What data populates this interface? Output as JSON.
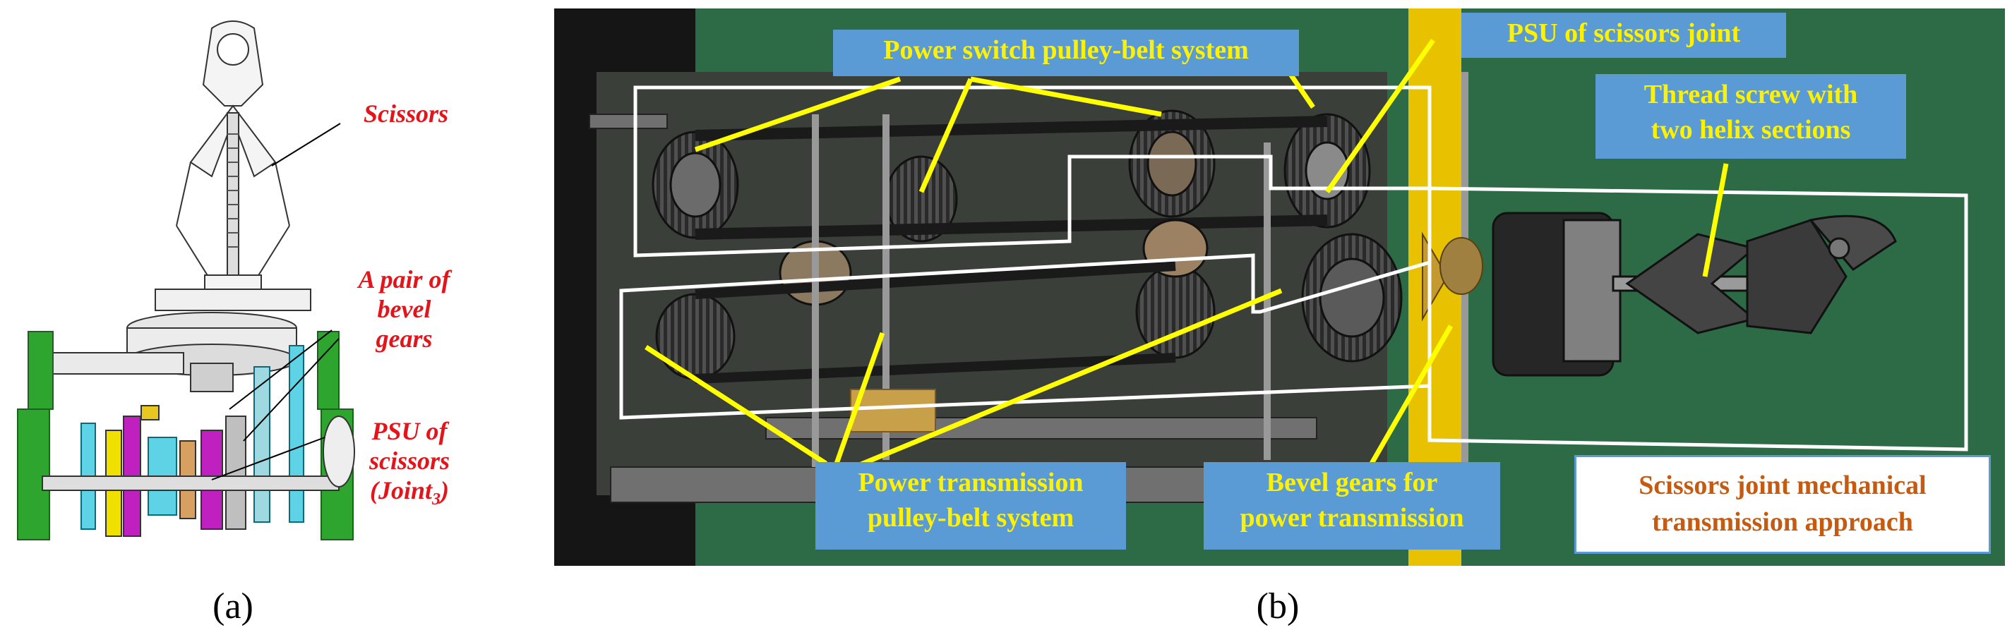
{
  "panel_a": {
    "caption": "(a)",
    "labels": {
      "scissors": "Scissors",
      "bevel_line1": "A pair of",
      "bevel_line2": "bevel",
      "bevel_line3": "gears",
      "psu_line1": "PSU of",
      "psu_line2": "scissors",
      "psu_line3": "(Joint",
      "psu_sub": "3",
      "psu_close": ")"
    }
  },
  "panel_b": {
    "caption": "(b)",
    "labels": {
      "power_switch": "Power switch pulley-belt system",
      "psu_scissors_joint": "PSU of scissors joint",
      "thread_line1": "Thread screw with",
      "thread_line2": "two helix sections",
      "power_trans_line1": "Power transmission",
      "power_trans_line2": "pulley-belt system",
      "bevel_line1": "Bevel gears for",
      "bevel_line2": "power transmission",
      "approach_line1": "Scissors joint mechanical",
      "approach_line2": "transmission approach"
    }
  },
  "colors": {
    "label_box": "#5b9bd5",
    "label_text": "#fff200",
    "leader_line": "#ffff00",
    "cad_label": "#e5141b",
    "approach_text": "#c55a11"
  }
}
